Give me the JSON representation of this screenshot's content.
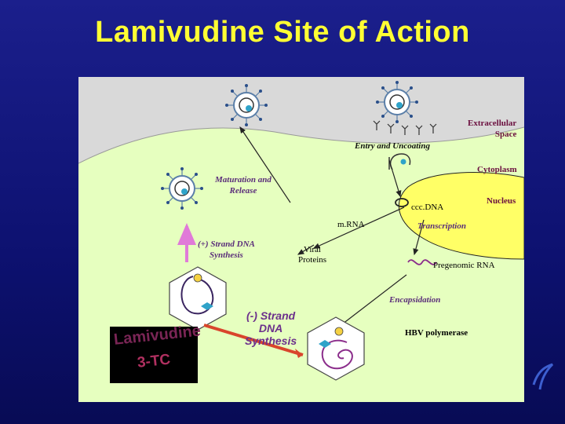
{
  "title": "Lamivudine Site of Action",
  "labels": {
    "extracellular": "Extracellular Space",
    "extracellular_l1": "Extracellular",
    "extracellular_l2": "Space",
    "entry": "Entry and Uncoating",
    "cytoplasm": "Cytoplasm",
    "maturation_l1": "Maturation and",
    "maturation_l2": "Release",
    "nucleus": "Nucleus",
    "cccdna": "ccc.DNA",
    "mrna": "m.RNA",
    "transcription": "Transcription",
    "plus_strand_l1": "(+) Strand DNA",
    "plus_strand_l2": "Synthesis",
    "viral_l1": "Viral",
    "viral_l2": "Proteins",
    "pregenomic": "Pregenomic RNA",
    "encapsidation": "Encapsidation",
    "minus_strand_l1": "(-) Strand",
    "minus_strand_l2": "DNA",
    "minus_strand_l3": "Synthesis",
    "hbv_polymerase": "HBV polymerase",
    "lamivudine": "Lamivudine",
    "drug_abbrev": "3-TC"
  },
  "colors": {
    "background": "#10157a",
    "title": "#ffff33",
    "extracellular": "#d9d9d9",
    "cytoplasm": "#e6ffbf",
    "nucleus": "#ffff66",
    "virion": "#5b7fa8",
    "capsid_core": "#2fa3c9"
  }
}
